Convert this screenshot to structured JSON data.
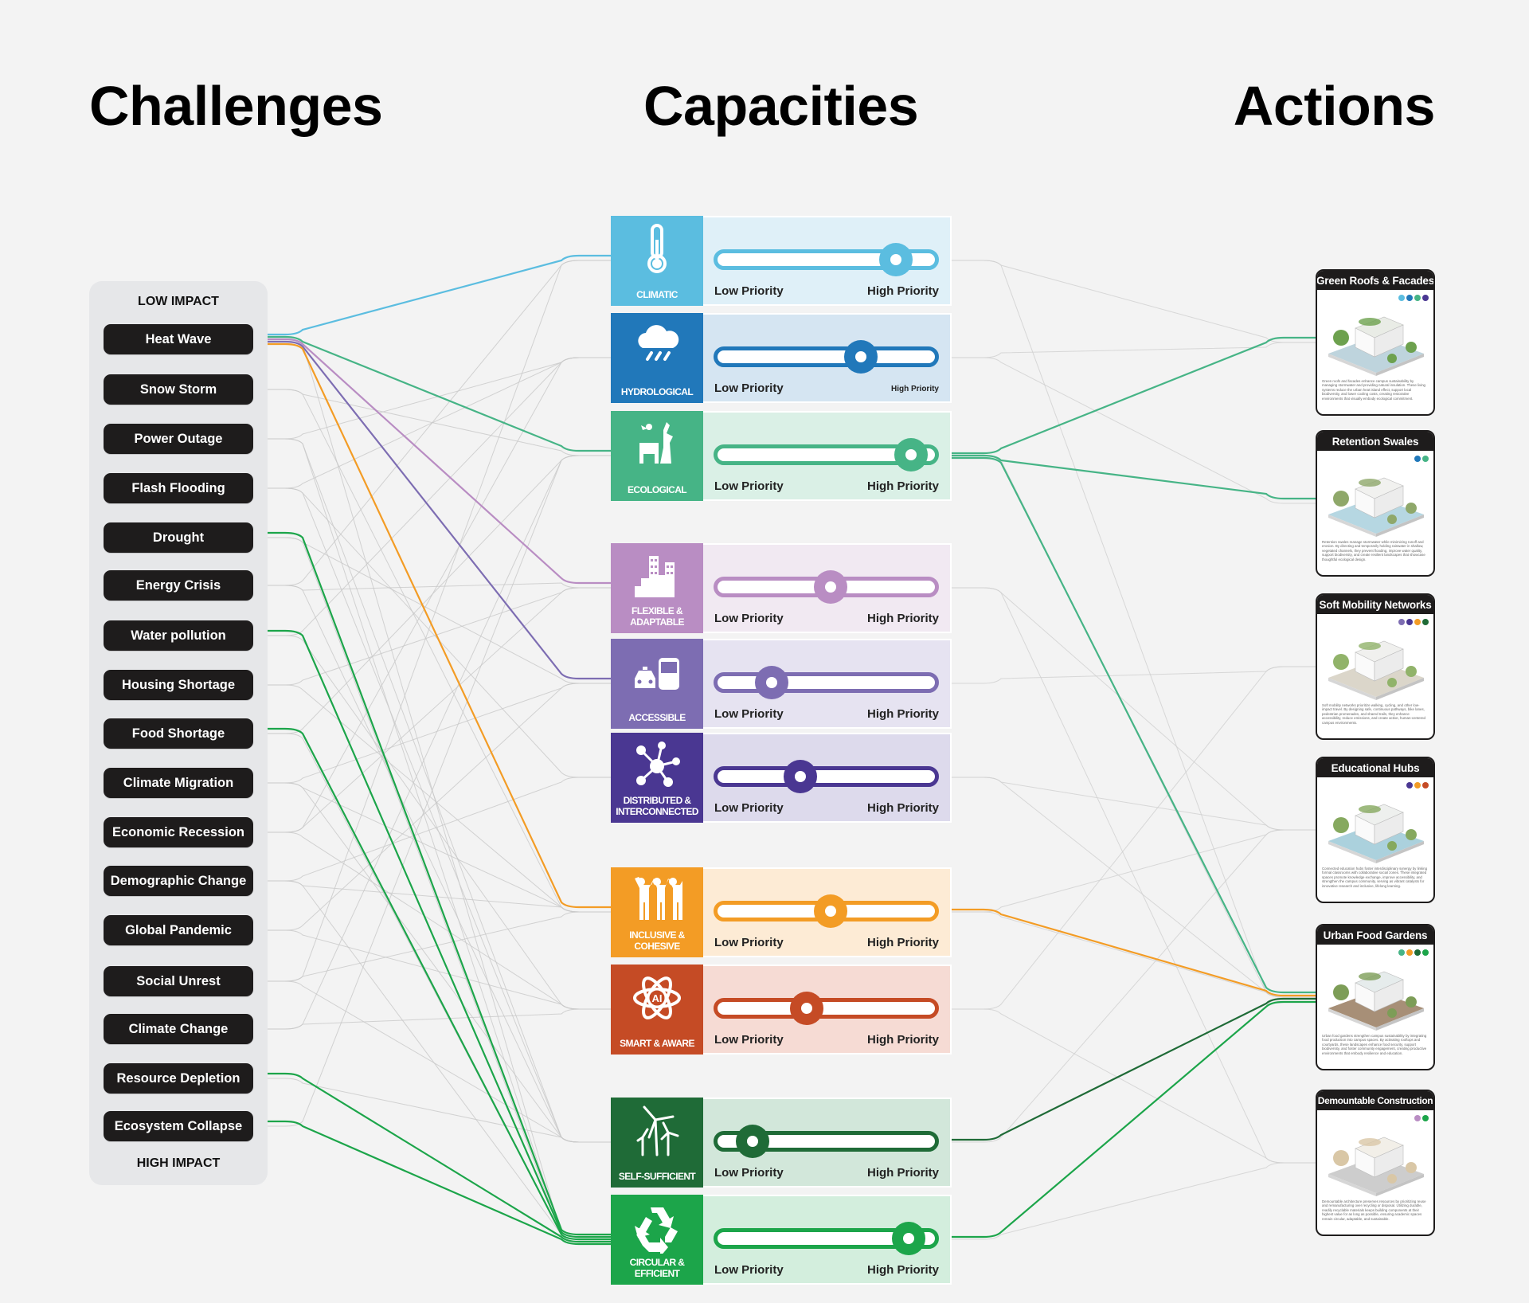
{
  "headings": {
    "challenges": "Challenges",
    "capacities": "Capacities",
    "actions": "Actions"
  },
  "challenges_panel": {
    "top_label": "LOW IMPACT",
    "bottom_label": "HIGH IMPACT",
    "items": [
      {
        "label": "Heat Wave"
      },
      {
        "label": "Snow Storm"
      },
      {
        "label": "Power Outage"
      },
      {
        "label": "Flash Flooding"
      },
      {
        "label": "Drought"
      },
      {
        "label": "Energy Crisis"
      },
      {
        "label": "Water pollution"
      },
      {
        "label": "Housing Shortage"
      },
      {
        "label": "Food Shortage"
      },
      {
        "label": "Climate Migration"
      },
      {
        "label": "Economic Recession"
      },
      {
        "label": "Demographic Change"
      },
      {
        "label": "Global Pandemic"
      },
      {
        "label": "Social Unrest"
      },
      {
        "label": "Climate Change"
      },
      {
        "label": "Resource Depletion"
      },
      {
        "label": "Ecosystem Collapse"
      }
    ]
  },
  "capacities": [
    {
      "label": "CLIMATIC",
      "icon": "thermometer-icon",
      "color": "#5bbde0",
      "bg": "#dff0f8",
      "priority": 0.82,
      "low_label": "Low Priority",
      "high_label": "High Priority"
    },
    {
      "label": "HYDROLOGICAL",
      "icon": "rain-cloud-icon",
      "color": "#2178ba",
      "bg": "#d5e5f2",
      "priority": 0.66,
      "low_label": "Low Priority",
      "high_label": "High Priority"
    },
    {
      "label": "ECOLOGICAL",
      "icon": "wildlife-icon",
      "color": "#46b486",
      "bg": "#daf0e6",
      "priority": 0.89,
      "low_label": "Low Priority",
      "high_label": "High Priority"
    },
    {
      "label": "FLEXIBLE & ADAPTABLE",
      "icon": "buildings-icon",
      "color": "#b98dc3",
      "bg": "#f1e9f2",
      "priority": 0.52,
      "low_label": "Low Priority",
      "high_label": "High Priority"
    },
    {
      "label": "ACCESSIBLE",
      "icon": "taxi-bus-icon",
      "color": "#7d6db2",
      "bg": "#e6e3f1",
      "priority": 0.25,
      "low_label": "Low Priority",
      "high_label": "High Priority"
    },
    {
      "label": "DISTRIBUTED & INTERCONNECTED",
      "icon": "network-icon",
      "color": "#4a3792",
      "bg": "#dddaec",
      "priority": 0.38,
      "low_label": "Low Priority",
      "high_label": "High Priority"
    },
    {
      "label": "INCLUSIVE & COHESIVE",
      "icon": "people-icon",
      "color": "#f39c25",
      "bg": "#fdebd5",
      "priority": 0.52,
      "low_label": "Low Priority",
      "high_label": "High Priority"
    },
    {
      "label": "SMART & AWARE",
      "icon": "ai-atom-icon",
      "color": "#c54b25",
      "bg": "#f6dbd4",
      "priority": 0.41,
      "low_label": "Low Priority",
      "high_label": "High Priority"
    },
    {
      "label": "SELF-SUFFICIENT",
      "icon": "wind-turbine-icon",
      "color": "#1f6b37",
      "bg": "#d2e7da",
      "priority": 0.16,
      "low_label": "Low Priority",
      "high_label": "High Priority"
    },
    {
      "label": "CIRCULAR & EFFICIENT",
      "icon": "recycle-icon",
      "color": "#1ca54a",
      "bg": "#d3eedd",
      "priority": 0.88,
      "low_label": "Low Priority",
      "high_label": "High Priority"
    }
  ],
  "actions": [
    {
      "title": "Green Roofs & Facades",
      "dots": [
        "#5bbde0",
        "#2178ba",
        "#46b486",
        "#4a3792"
      ],
      "description": "Green roofs and facades enhance campus sustainability by managing stormwater and providing natural insulation. These living systems reduce the urban heat island effect, support local biodiversity, and lower cooling costs, creating restorative environments that visually embody ecological commitment."
    },
    {
      "title": "Retention Swales",
      "dots": [
        "#2178ba",
        "#46b486"
      ],
      "description": "Retention swales manage stormwater while minimizing runoff and erosion. By directing and temporarily holding rainwater in shallow, vegetated channels, they prevent flooding, improve water quality, support biodiversity, and create resilient landscapes that showcase thoughtful ecological design."
    },
    {
      "title": "Soft Mobility Networks",
      "dots": [
        "#7d6db2",
        "#4a3792",
        "#f39c25",
        "#1f6b37"
      ],
      "description": "Soft mobility networks prioritize walking, cycling, and other low-impact travel. By designing safe, continuous pathways, bike lanes, pedestrian promenades, and shared trails, they enhance accessibility, reduce emissions, and create active, human-centered campus environments."
    },
    {
      "title": "Educational Hubs",
      "dots": [
        "#4a3792",
        "#f39c25",
        "#c54b25"
      ],
      "description": "Connected education hubs foster interdisciplinary synergy by linking formal classrooms with collaborative social zones. These integrated spaces promote knowledge exchange, improve accessibility, and strengthen the campus community, serving as vibrant catalysts for innovative research and inclusive, lifelong learning."
    },
    {
      "title": "Urban Food Gardens",
      "dots": [
        "#46b486",
        "#f39c25",
        "#1f6b37",
        "#1ca54a"
      ],
      "description": "Urban food gardens strengthen campus sustainability by integrating food production into campus spaces. By activating rooftops and courtyards, these landscapes enhance food security, support biodiversity, and foster community engagement, creating productive environments that embody resilience and education."
    },
    {
      "title": "Demountable Construction",
      "dots": [
        "#b98dc3",
        "#1ca54a"
      ],
      "description": "Demountable architecture preserves resources by prioritizing reuse and remanufacturing over recycling or disposal. Utilizing durable, readily recyclable materials keeps building components at their highest value for as long as possible, ensuring academic spaces remain circular, adaptable, and sustainable."
    }
  ],
  "highlighted_links": {
    "challenge_to_capacity": [
      {
        "from": "Heat Wave",
        "to": "CLIMATIC",
        "color": "#5bbde0"
      },
      {
        "from": "Heat Wave",
        "to": "ECOLOGICAL",
        "color": "#46b486"
      },
      {
        "from": "Heat Wave",
        "to": "FLEXIBLE & ADAPTABLE",
        "color": "#b98dc3"
      },
      {
        "from": "Heat Wave",
        "to": "ACCESSIBLE",
        "color": "#7d6db2"
      },
      {
        "from": "Heat Wave",
        "to": "INCLUSIVE & COHESIVE",
        "color": "#f39c25"
      },
      {
        "from": "Drought",
        "to": "CIRCULAR & EFFICIENT",
        "color": "#1ca54a"
      },
      {
        "from": "Water pollution",
        "to": "CIRCULAR & EFFICIENT",
        "color": "#1ca54a"
      },
      {
        "from": "Food Shortage",
        "to": "CIRCULAR & EFFICIENT",
        "color": "#1ca54a"
      },
      {
        "from": "Resource Depletion",
        "to": "CIRCULAR & EFFICIENT",
        "color": "#1ca54a"
      },
      {
        "from": "Ecosystem Collapse",
        "to": "CIRCULAR & EFFICIENT",
        "color": "#1ca54a"
      }
    ],
    "capacity_to_action": [
      {
        "from": "ECOLOGICAL",
        "to": "Green Roofs & Facades",
        "color": "#46b486"
      },
      {
        "from": "ECOLOGICAL",
        "to": "Retention Swales",
        "color": "#46b486"
      },
      {
        "from": "ECOLOGICAL",
        "to": "Urban Food Gardens",
        "color": "#46b486"
      },
      {
        "from": "INCLUSIVE & COHESIVE",
        "to": "Urban Food Gardens",
        "color": "#f39c25"
      },
      {
        "from": "SELF-SUFFICIENT",
        "to": "Urban Food Gardens",
        "color": "#1f6b37"
      },
      {
        "from": "CIRCULAR & EFFICIENT",
        "to": "Urban Food Gardens",
        "color": "#1ca54a"
      }
    ]
  }
}
